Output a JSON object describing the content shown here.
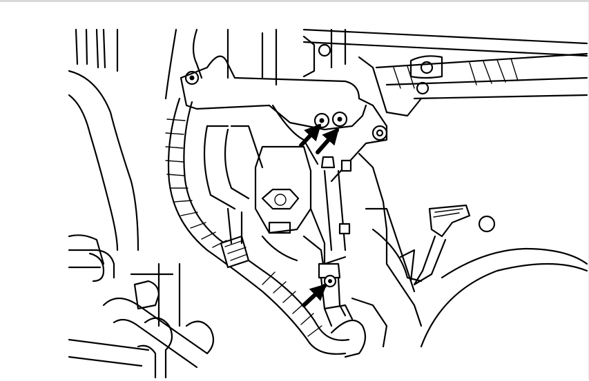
{
  "figure": {
    "type": "line-drawing",
    "subject": "engine-bay-component",
    "colors": {
      "ink": "#000000",
      "paper": "#ffffff",
      "border": "#d8d8d8"
    }
  },
  "callouts": [
    {
      "name": "bracket-bolt-arrow-1",
      "icon": "arrow-icon"
    },
    {
      "name": "bracket-bolt-arrow-2",
      "icon": "arrow-icon"
    },
    {
      "name": "lower-bolt-arrow",
      "icon": "arrow-icon"
    }
  ]
}
